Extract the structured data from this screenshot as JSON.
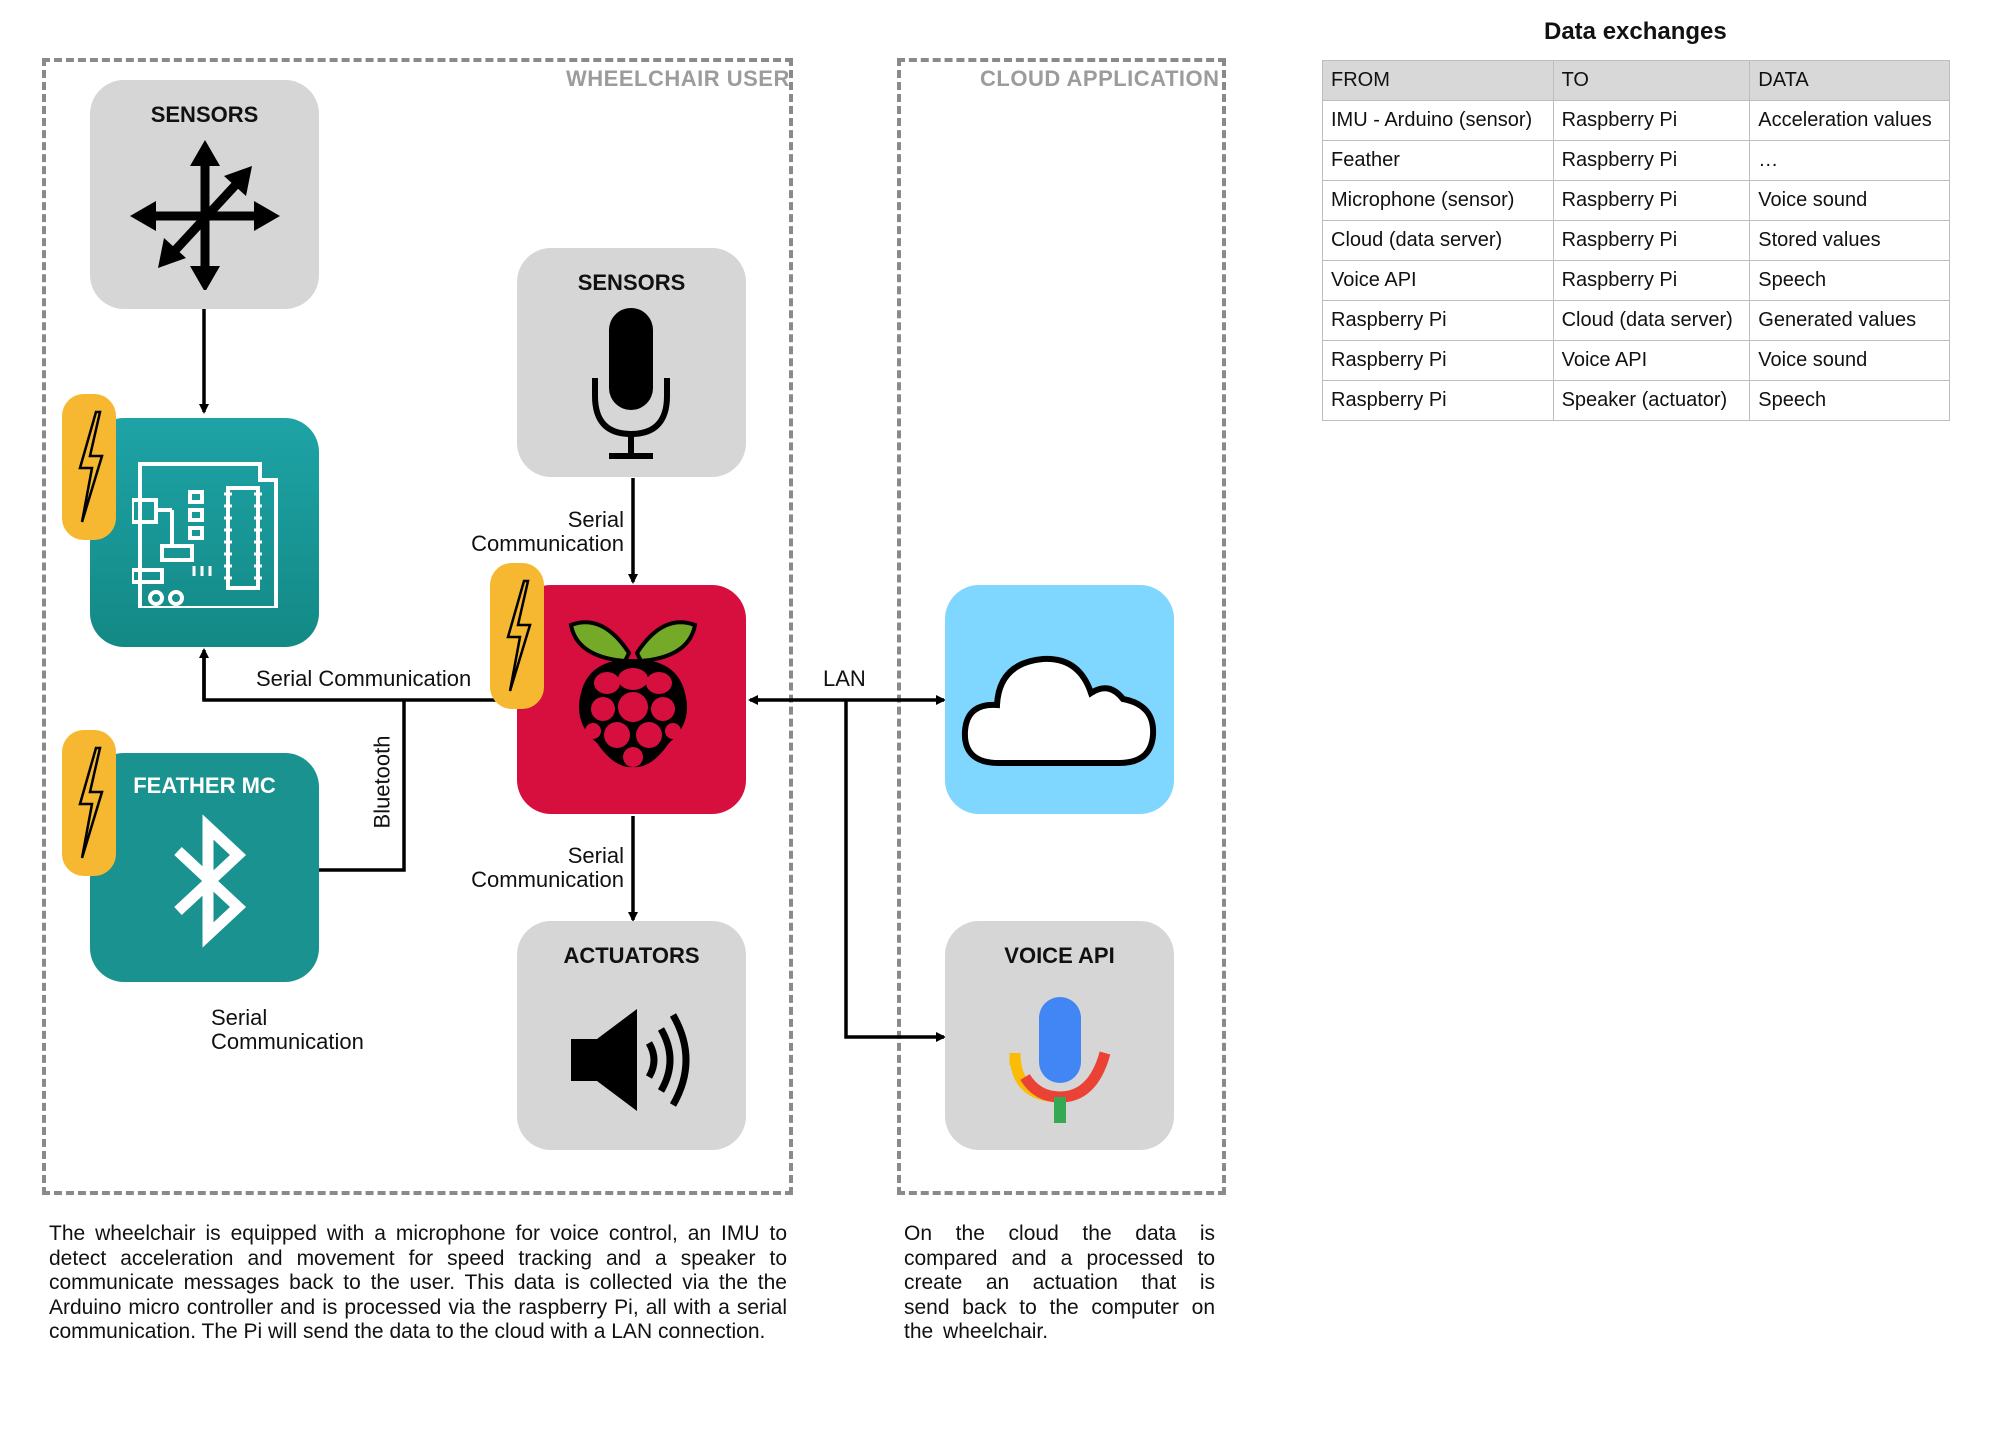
{
  "zones": {
    "wheelchair_label": "WHEELCHAIR USER",
    "cloud_label": "CLOUD APPLICATION"
  },
  "boxes": {
    "imu_title": "SENSORS",
    "mic_title": "SENSORS",
    "feather_title": "FEATHER MC",
    "actuators_title": "ACTUATORS",
    "voice_api_title": "VOICE API"
  },
  "connections": {
    "mic_to_pi_line1": "Serial",
    "mic_to_pi_line2": "Communication",
    "arduino_to_pi": "Serial Communication",
    "bluetooth": "Bluetooth",
    "pi_to_act_line1": "Serial",
    "pi_to_act_line2": "Communication",
    "lan": "LAN",
    "feather_serial_line1": "Serial",
    "feather_serial_line2": "Communication"
  },
  "descriptions": {
    "wheelchair": "The wheelchair is equipped with a microphone for voice control, an IMU to detect acceleration and movement for speed tracking and a speaker to communicate messages back to the user. This data is collected via the the Arduino micro controller and is processed via the raspberry Pi, all with a serial communication. The Pi will send the data to the cloud with a LAN connection.",
    "cloud": "On the cloud the data is compared and a processed to create an actuation that is send back to the computer on the wheelchair."
  },
  "table": {
    "title": "Data exchanges",
    "headers": [
      "FROM",
      "TO",
      "DATA"
    ],
    "rows": [
      [
        "IMU - Arduino (sensor)",
        "Raspberry Pi",
        "Acceleration values"
      ],
      [
        "Feather",
        "Raspberry Pi",
        "…"
      ],
      [
        "Microphone (sensor)",
        "Raspberry Pi",
        "Voice sound"
      ],
      [
        "Cloud (data server)",
        "Raspberry Pi",
        "Stored values"
      ],
      [
        "Voice API",
        "Raspberry Pi",
        "Speech"
      ],
      [
        "Raspberry Pi",
        "Cloud (data server)",
        "Generated values"
      ],
      [
        "Raspberry Pi",
        "Voice API",
        "Voice sound"
      ],
      [
        "Raspberry Pi",
        "Speaker (actuator)",
        "Speech"
      ]
    ]
  },
  "icons": {
    "imu": "move-arrows-icon",
    "arduino": "circuit-board-icon",
    "mic": "microphone-icon",
    "raspberry": "raspberry-pi-logo-icon",
    "bluetooth": "bluetooth-icon",
    "speaker": "speaker-icon",
    "cloud": "cloud-icon",
    "voice": "google-mic-icon",
    "power": "lightning-icon"
  },
  "colors": {
    "teal": "#1a9290",
    "raspberry_red": "#d70f3e",
    "sky": "#7fd6fe",
    "power_yellow": "#f5b830",
    "box_gray": "#d6d6d6"
  }
}
